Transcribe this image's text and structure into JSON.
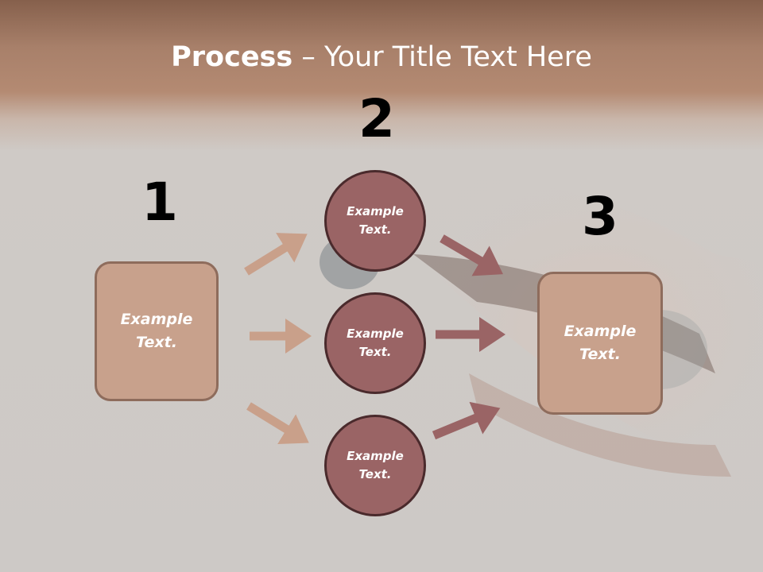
{
  "title": {
    "bold": "Process",
    "rest": " – Your Title Text Here"
  },
  "steps": {
    "one": "1",
    "two": "2",
    "three": "3"
  },
  "left_box": {
    "line1": "Example",
    "line2": "Text."
  },
  "right_box": {
    "line1": "Example",
    "line2": "Text."
  },
  "circles": [
    {
      "line1": "Example",
      "line2": "Text."
    },
    {
      "line1": "Example",
      "line2": "Text."
    },
    {
      "line1": "Example",
      "line2": "Text."
    }
  ],
  "colors": {
    "box_fill": "#c8a18c",
    "circle_fill": "#9a6465",
    "arrow_light": "#c9a08a",
    "arrow_dark": "#9a6465"
  }
}
